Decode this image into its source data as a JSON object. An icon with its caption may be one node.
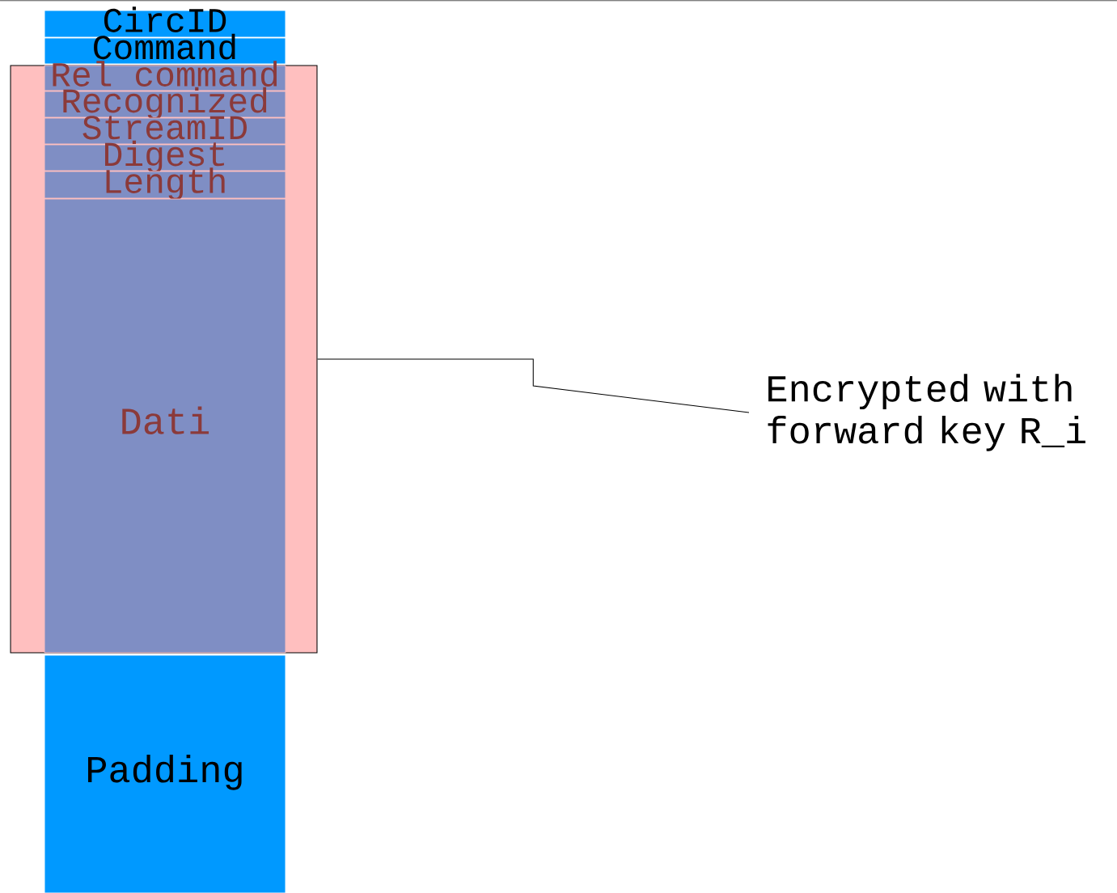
{
  "diagram": {
    "nodes": [
      {
        "text": [
          "CircID"
        ]
      },
      {
        "text": [
          "Command"
        ]
      },
      {
        "text": [],
        "shape": "box"
      },
      {
        "text": [
          "Rel command"
        ],
        "in": 2
      },
      {
        "text": [
          "Recognized"
        ],
        "in": 2
      },
      {
        "text": [
          "StreamID"
        ],
        "in": 2
      },
      {
        "text": [
          "Digest"
        ],
        "in": 2
      },
      {
        "text": [
          "Length"
        ],
        "in": 2
      },
      {
        "text": [
          "Dati"
        ],
        "in": 2
      },
      {
        "text": [
          "Padding"
        ]
      },
      {
        "text": [
          "Encrypted with forward key R_i"
        ]
      }
    ],
    "edges": [
      {
        "from": 10,
        "to": 2,
        "arrow": "none"
      }
    ]
  }
}
